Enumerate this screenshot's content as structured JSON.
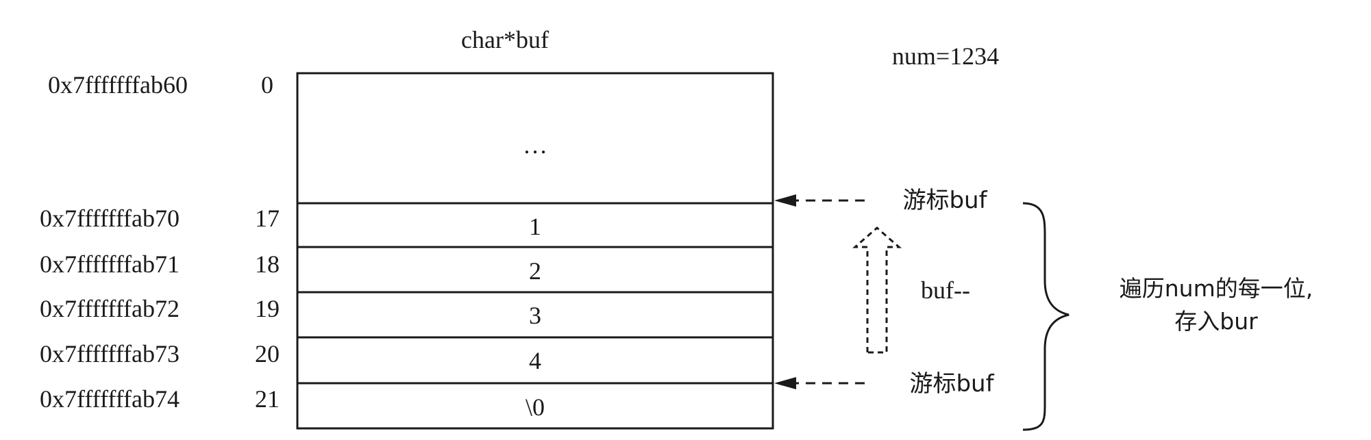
{
  "title": "char*buf",
  "num_label": "num=1234",
  "base": {
    "address": "0x7fffffffab60",
    "index": "0"
  },
  "ellipsis": "…",
  "rows": [
    {
      "address": "0x7fffffffab70",
      "index": "17",
      "value": "1"
    },
    {
      "address": "0x7fffffffab71",
      "index": "18",
      "value": "2"
    },
    {
      "address": "0x7fffffffab72",
      "index": "19",
      "value": "3"
    },
    {
      "address": "0x7fffffffab73",
      "index": "20",
      "value": "4"
    },
    {
      "address": "0x7fffffffab74",
      "index": "21",
      "value": "\\0"
    }
  ],
  "cursor_top": "游标buf",
  "cursor_bottom": "游标buf",
  "decrement_label": "buf--",
  "note_line1": "遍历num的每一位,",
  "note_line2": "存入bur"
}
